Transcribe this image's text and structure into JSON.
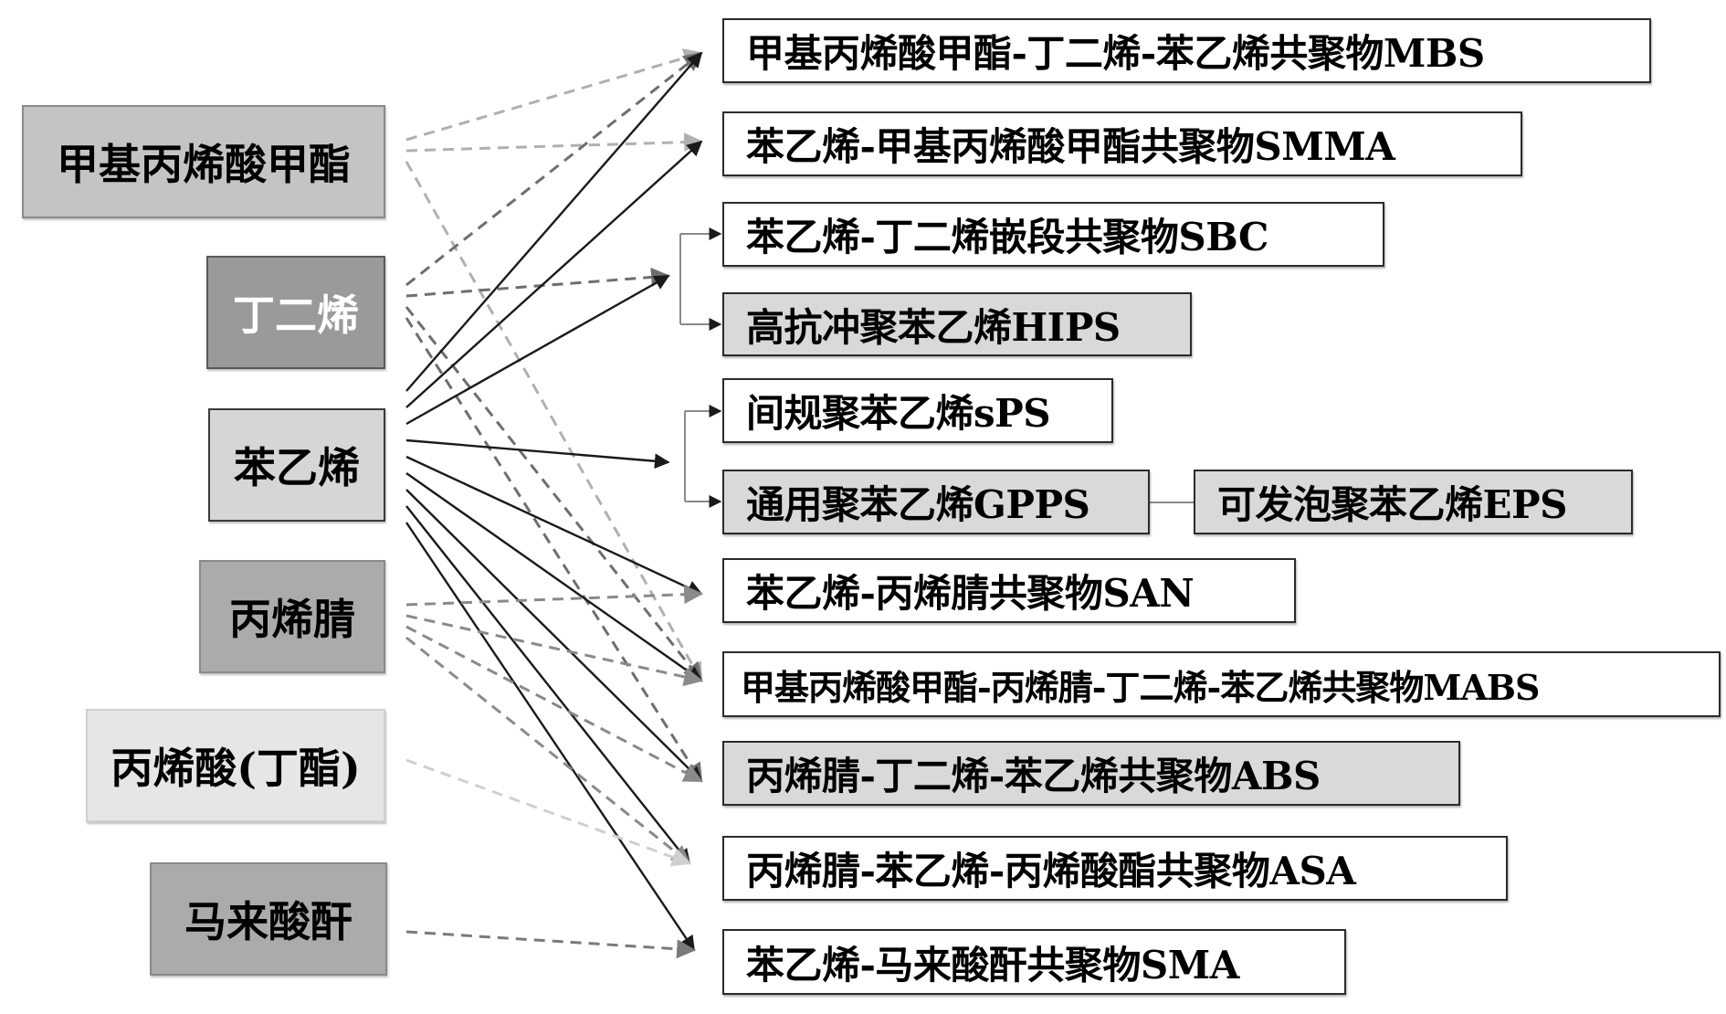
{
  "title": "苯乙烯系聚合物原料与产品关系图",
  "monomers": [
    {
      "id": "mma",
      "label": "甲基丙烯酸甲酯",
      "fill": "#c4c4c4",
      "text_color": "#000000"
    },
    {
      "id": "bd",
      "label": "丁二烯",
      "fill": "#9a9a9a",
      "text_color": "#ffffff"
    },
    {
      "id": "st",
      "label": "苯乙烯",
      "fill": "#d6d6d6",
      "text_color": "#000000"
    },
    {
      "id": "an",
      "label": "丙烯腈",
      "fill": "#ababab",
      "text_color": "#000000"
    },
    {
      "id": "ba",
      "label": "丙烯酸(丁酯)",
      "fill": "#e6e6e6",
      "text_color": "#000000"
    },
    {
      "id": "ma",
      "label": "马来酸酐",
      "fill": "#ababab",
      "text_color": "#000000"
    }
  ],
  "products": [
    {
      "id": "mbs",
      "label": "甲基丙烯酸甲酯-丁二烯-苯乙烯共聚物MBS",
      "fill": "#ffffff"
    },
    {
      "id": "smma",
      "label": "苯乙烯-甲基丙烯酸甲酯共聚物SMMA",
      "fill": "#ffffff"
    },
    {
      "id": "sbc",
      "label": "苯乙烯-丁二烯嵌段共聚物SBC",
      "fill": "#ffffff"
    },
    {
      "id": "hips",
      "label": "高抗冲聚苯乙烯HIPS",
      "fill": "#d9d9d9"
    },
    {
      "id": "sps",
      "label": "间规聚苯乙烯sPS",
      "fill": "#ffffff"
    },
    {
      "id": "gpps",
      "label": "通用聚苯乙烯GPPS",
      "fill": "#d9d9d9"
    },
    {
      "id": "eps",
      "label": "可发泡聚苯乙烯EPS",
      "fill": "#d9d9d9"
    },
    {
      "id": "san",
      "label": "苯乙烯-丙烯腈共聚物SAN",
      "fill": "#ffffff"
    },
    {
      "id": "mabs",
      "label": "甲基丙烯酸甲酯-丙烯腈-丁二烯-苯乙烯共聚物MABS",
      "fill": "#ffffff"
    },
    {
      "id": "abs",
      "label": "丙烯腈-丁二烯-苯乙烯共聚物ABS",
      "fill": "#d9d9d9"
    },
    {
      "id": "asa",
      "label": "丙烯腈-苯乙烯-丙烯酸酯共聚物ASA",
      "fill": "#ffffff"
    },
    {
      "id": "sma",
      "label": "苯乙烯-马来酸酐共聚物SMA",
      "fill": "#ffffff"
    }
  ],
  "links": [
    {
      "from": "mma",
      "to": "mbs",
      "style": "dashed",
      "color": "#b0b0b0"
    },
    {
      "from": "mma",
      "to": "smma",
      "style": "dashed",
      "color": "#b0b0b0"
    },
    {
      "from": "mma",
      "to": "mabs",
      "style": "dashed",
      "color": "#b0b0b0"
    },
    {
      "from": "bd",
      "to": "mbs",
      "style": "dashed",
      "color": "#6e6e6e"
    },
    {
      "from": "bd",
      "to": "branch_sbc_hips",
      "style": "dashed",
      "color": "#6e6e6e"
    },
    {
      "from": "bd",
      "to": "mabs",
      "style": "dashed",
      "color": "#6e6e6e"
    },
    {
      "from": "bd",
      "to": "abs",
      "style": "dashed",
      "color": "#6e6e6e"
    },
    {
      "from": "st",
      "to": "mbs",
      "style": "solid",
      "color": "#1a1a1a"
    },
    {
      "from": "st",
      "to": "smma",
      "style": "solid",
      "color": "#1a1a1a"
    },
    {
      "from": "st",
      "to": "branch_sbc_hips",
      "style": "solid",
      "color": "#1a1a1a"
    },
    {
      "from": "st",
      "to": "branch_sps_gpps",
      "style": "solid",
      "color": "#1a1a1a"
    },
    {
      "from": "st",
      "to": "san",
      "style": "solid",
      "color": "#1a1a1a"
    },
    {
      "from": "st",
      "to": "mabs",
      "style": "solid",
      "color": "#1a1a1a"
    },
    {
      "from": "st",
      "to": "abs",
      "style": "solid",
      "color": "#1a1a1a"
    },
    {
      "from": "st",
      "to": "asa",
      "style": "solid",
      "color": "#1a1a1a"
    },
    {
      "from": "st",
      "to": "sma",
      "style": "solid",
      "color": "#1a1a1a"
    },
    {
      "from": "an",
      "to": "san",
      "style": "dashed",
      "color": "#8a8a8a"
    },
    {
      "from": "an",
      "to": "mabs",
      "style": "dashed",
      "color": "#8a8a8a"
    },
    {
      "from": "an",
      "to": "abs",
      "style": "dashed",
      "color": "#8a8a8a"
    },
    {
      "from": "an",
      "to": "asa",
      "style": "dashed",
      "color": "#8a8a8a"
    },
    {
      "from": "ba",
      "to": "asa",
      "style": "dashed",
      "color": "#d0d0d0"
    },
    {
      "from": "ma",
      "to": "sma",
      "style": "dashed",
      "color": "#7a7a7a"
    }
  ],
  "branches": [
    {
      "id": "branch_sbc_hips",
      "targets": [
        "sbc",
        "hips"
      ]
    },
    {
      "id": "branch_sps_gpps",
      "targets": [
        "sps",
        "gpps"
      ]
    }
  ],
  "plain_links": [
    {
      "from": "gpps",
      "to": "eps",
      "color": "#8a8a8a"
    }
  ]
}
